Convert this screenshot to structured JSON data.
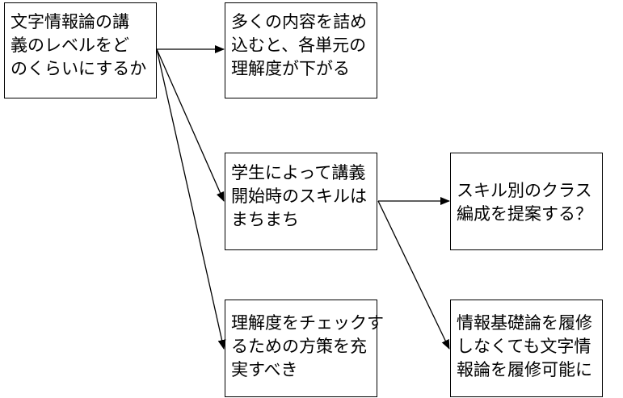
{
  "nodes": {
    "level": {
      "lines": [
        "文字情報論の講",
        "義のレベルをど",
        "のくらいにするか"
      ]
    },
    "content_amount": {
      "lines": [
        "多くの内容を詰め",
        "込むと、各単元の",
        "理解度が下がる"
      ]
    },
    "skill_variance": {
      "lines": [
        "学生によって講義",
        "開始時のスキルは",
        "まちまち"
      ]
    },
    "skill_classes": {
      "lines": [
        "スキル別のクラス",
        "編成を提案する？"
      ]
    },
    "check_measures": {
      "lines": [
        "理解度をチェックす",
        "るための方策を充",
        "実すべき"
      ]
    },
    "prerequisite": {
      "lines": [
        "情報基礎論を履修",
        "しなくても文字情",
        "報論を履修可能に"
      ]
    }
  },
  "colors": {
    "background": "#ffffff",
    "border": "#000000",
    "text": "#000000",
    "arrow": "#000000"
  }
}
